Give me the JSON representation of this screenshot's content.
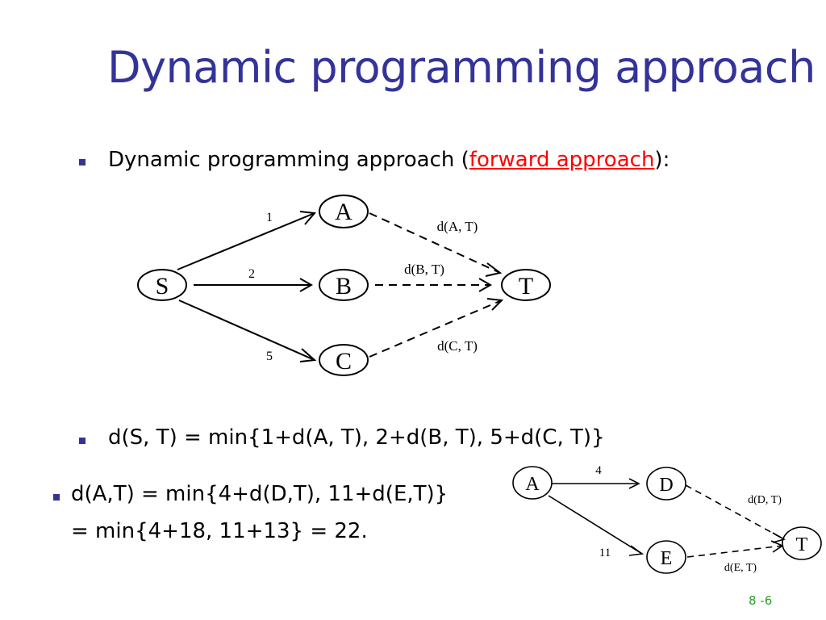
{
  "title": "Dynamic programming approach",
  "bullet1": {
    "pre": "Dynamic programming approach (",
    "highlight": "forward approach",
    "post": "):"
  },
  "graph1": {
    "nodes": {
      "S": "S",
      "A": "A",
      "B": "B",
      "C": "C",
      "T": "T"
    },
    "edges": {
      "SA": "1",
      "SB": "2",
      "SC": "5"
    },
    "dashed": {
      "AT": "d(A, T)",
      "BT": "d(B, T)",
      "CT": "d(C, T)"
    }
  },
  "bullet2": {
    "text": "d(S, T) = min{1+d(A, T), 2+d(B, T), 5+d(C, T)}"
  },
  "bullet3": {
    "line1": "d(A,T) = min{4+d(D,T), 11+d(E,T)}",
    "line2": "= min{4+18, 11+13} = 22."
  },
  "graph2": {
    "nodes": {
      "A": "A",
      "D": "D",
      "E": "E",
      "T": "T"
    },
    "edges": {
      "AD": "4",
      "AE": "11"
    },
    "dashed": {
      "DT": "d(D, T)",
      "ET": "d(E, T)"
    }
  },
  "slide_number": "8 -6",
  "colors": {
    "title": "#333399",
    "highlight": "#ff0000",
    "slide_number": "#2ca02c"
  }
}
